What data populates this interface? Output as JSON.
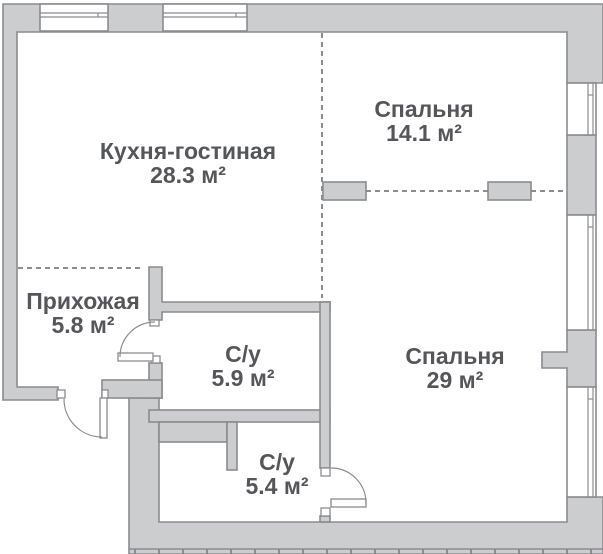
{
  "plan": {
    "rooms": [
      {
        "name": "Кухня-гостиная",
        "area": "28.3 м²"
      },
      {
        "name": "Спальня",
        "area": "14.1 м²"
      },
      {
        "name": "Прихожая",
        "area": "5.8 м²"
      },
      {
        "name": "С/у",
        "area": "5.9 м²"
      },
      {
        "name": "Спальня",
        "area": "29 м²"
      },
      {
        "name": "С/у",
        "area": "5.4 м²"
      }
    ],
    "colors": {
      "wall_fill": "#cccdcf",
      "wall_stroke": "#8b8c90",
      "text": "#54565a",
      "dashed": "#8b8c90",
      "background": "#ffffff"
    }
  }
}
